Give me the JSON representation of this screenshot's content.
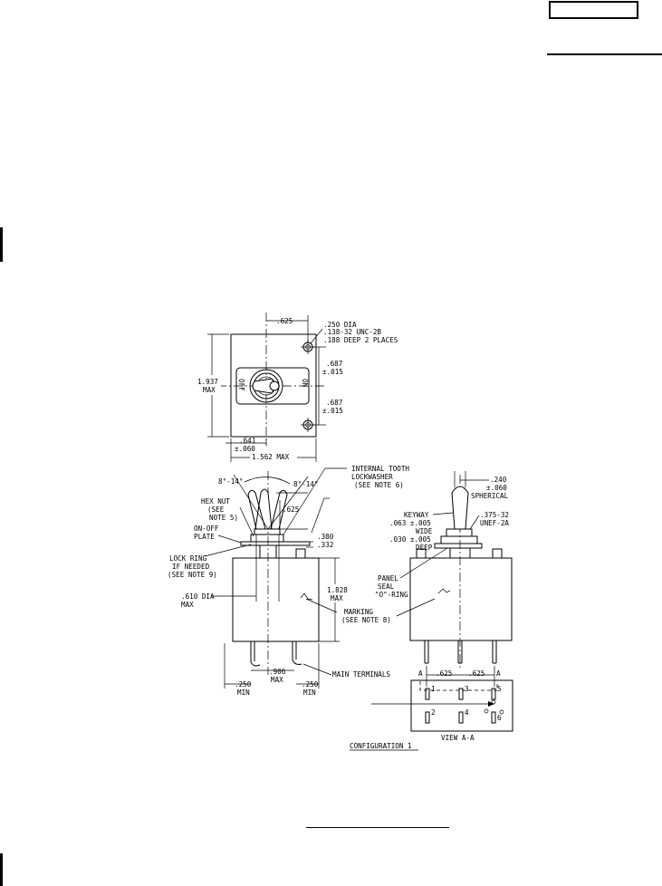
{
  "drawing": {
    "top_view": {
      "dim_625_top": ".625",
      "hole_note": [
        ".250 DIA",
        ".138-32 UNC-2B",
        ".188 DEEP 2 PLACES"
      ],
      "dim_687_upper": [
        ".687",
        "±.015"
      ],
      "dim_687_lower": [
        ".687",
        "±.015"
      ],
      "height": [
        "1.937",
        "MAX"
      ],
      "dim_641": [
        ".641",
        "±.060"
      ],
      "width": "1.562 MAX",
      "label_off": "OFF",
      "label_on": "ON"
    },
    "side_view": {
      "angle_left": "8°-14°",
      "angle_right": "8°-14°",
      "lockwasher_note": [
        "INTERNAL TOOTH",
        "LOCKWASHER",
        "(SEE NOTE 6)"
      ],
      "hex_nut_note": [
        "HEX NUT",
        "(SEE",
        "NOTE 5)"
      ],
      "onoff_plate_note": [
        "ON-OFF",
        "PLATE"
      ],
      "lock_ring_note": [
        "LOCK RING",
        "IF NEEDED",
        "(SEE NOTE 9)"
      ],
      "dim_625_lever": ".625",
      "dim_380": ".380",
      "dim_332": ".332",
      "body_height": [
        "1.828",
        "MAX"
      ],
      "dia_610": [
        ".610 DIA",
        "MAX"
      ],
      "marking_note": [
        "MARKING",
        "(SEE NOTE 8)"
      ],
      "terminal_spacing": [
        ".906",
        "MAX"
      ],
      "terminal_left": [
        ".250",
        "MIN"
      ],
      "terminal_right": [
        ".250",
        "MIN"
      ],
      "main_terminals": "MAIN TERMINALS"
    },
    "front_view": {
      "dim_240": [
        ".240",
        "±.060"
      ],
      "spherical": "SPHERICAL",
      "keyway_note": [
        "KEYWAY",
        ".063 ±.005",
        "WIDE",
        ".030 ±.005",
        "DEEP"
      ],
      "thread_note": [
        ".375-32",
        "UNEF-2A"
      ],
      "panel_seal_note": [
        "PANEL",
        "SEAL",
        "\"O\"-RING"
      ],
      "spacing_left": ".625",
      "spacing_right": ".625",
      "section_mark_left": "A",
      "section_mark_right": "A"
    },
    "view_aa": {
      "terminals": [
        "1",
        "2",
        "3",
        "4",
        "5",
        "6"
      ],
      "caption": "VIEW A-A"
    },
    "configuration_caption": "CONFIGURATION 1"
  }
}
